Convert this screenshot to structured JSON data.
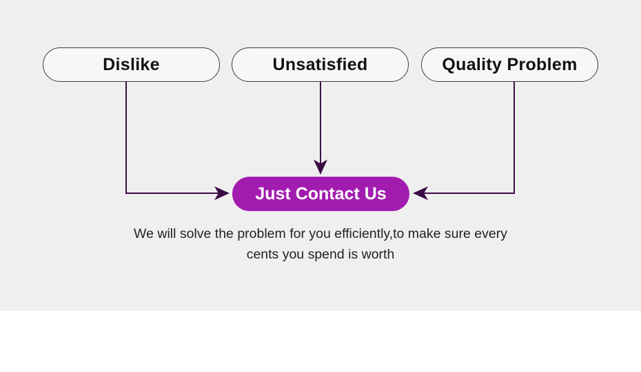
{
  "options": [
    {
      "label": "Dislike"
    },
    {
      "label": "Unsatisfied"
    },
    {
      "label": "Quality Problem"
    }
  ],
  "cta": {
    "label": "Just Contact Us"
  },
  "description": {
    "line1": "We will solve the problem for you efficiently,to make sure every",
    "line2": "cents you spend is worth"
  },
  "colors": {
    "panel_background": "#efefef",
    "cta_background": "#a21caf",
    "arrow": "#3b0a45"
  }
}
